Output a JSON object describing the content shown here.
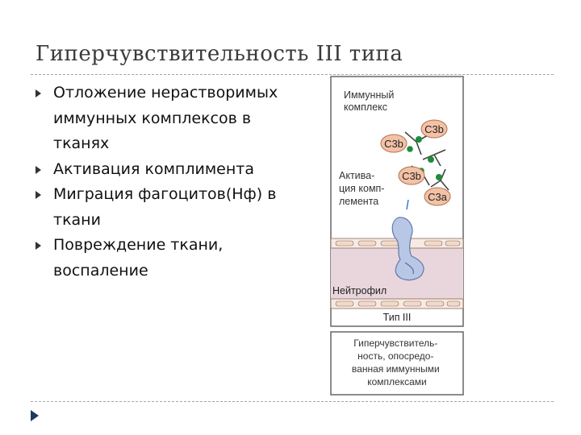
{
  "slide": {
    "title": "Гиперчувствительность III типа",
    "bullets": [
      "Отложение нерастворимых иммунных комплексов в тканях",
      "Активация комплимента",
      "Миграция фагоцитов(Нф) в ткани",
      "Повреждение ткани, воспаление"
    ]
  },
  "figure": {
    "immune_complex_label": [
      "Иммунный",
      "комплекс"
    ],
    "complement_label": [
      "Актива-",
      "ция комп-",
      "лемента"
    ],
    "c3b": "C3b",
    "c3a": "C3a",
    "neutrophil_label": "Нейтрофил",
    "type_label": "Тип III",
    "caption": [
      "Гиперчувствитель-",
      "ность, опосредо-",
      "ванная иммунными",
      "комплексами"
    ]
  },
  "colors": {
    "complement_fill": "#f3c2a6",
    "complement_stroke": "#b07050",
    "node_green": "#1e8c3a",
    "tissue": "#e9d6dc",
    "neutrophil": "#b9c7e6",
    "neutrophil_stroke": "#6378ad",
    "nav_marker": "#1f3864"
  }
}
